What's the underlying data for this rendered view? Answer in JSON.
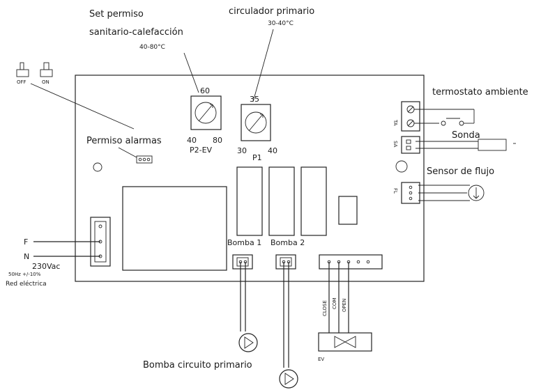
{
  "labels": {
    "set_permiso_1": "Set permiso",
    "set_permiso_2": "sanitario-calefacción",
    "set_range": "40-80°C",
    "circulador": "circulador primario",
    "circulador_range": "30-40°C",
    "termostato": "termostato ambiente",
    "sonda": "Sonda",
    "sensor_flujo": "Sensor de flujo",
    "permiso_alarmas": "Permiso alarmas",
    "bomba1": "Bomba 1",
    "bomba2": "Bomba 2",
    "bomba_circuito": "Bomba circuito primario",
    "voltage": "230Vac",
    "freq": "50Hz +/-10%",
    "red": "Red eléctrica",
    "off": "OFF",
    "on": "ON",
    "f": "F",
    "n": "N",
    "ta": "TA",
    "sa": "SA",
    "fl": "FL",
    "close": "CLOSE",
    "com": "COM",
    "open": "OPEN",
    "ev": "EV"
  },
  "pots": {
    "p2": {
      "top": "60",
      "left": "40",
      "right": "80",
      "name": "P2-EV"
    },
    "p1": {
      "top": "35",
      "left": "30",
      "right": "40",
      "name": "P1"
    }
  }
}
